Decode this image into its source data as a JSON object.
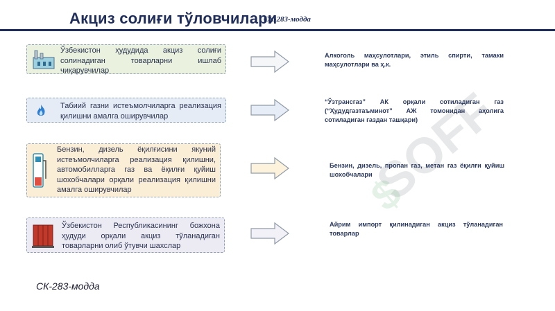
{
  "header": {
    "title": "Акциз солиғи тўловчилари",
    "subtitle": "СК-283-модда"
  },
  "colors": {
    "accent": "#1f2d5a",
    "box_green": "#eaf2df",
    "box_blue": "#e6ecf6",
    "box_orange": "#fbeed6",
    "box_purple": "#ecebf4"
  },
  "rows": [
    {
      "icon": "factory-icon",
      "text": "Ўзбекистон ҳудудида акциз солиғи солинадиган товарларни ишлаб чиқарувчилар",
      "result": "Алкоголь маҳсулотлари, этиль спирти, тамаки маҳсулотлари ва ҳ.к."
    },
    {
      "icon": "gas-flame-icon",
      "text": "Табиий газни истеъмолчиларга реализация қилишни амалга оширувчилар",
      "result": "“Ўзтрансгаз” АК орқали сотиладиган газ (“Ҳудудгазтаъминот” АЖ томонидан аҳолига сотиладиган газдан ташқари)"
    },
    {
      "icon": "fuel-pump-icon",
      "text": "Бензин, дизель ёқилғисини якуний истеъмолчиларга реализация қилишни, автомобилларга газ ва ёқилғи қуйиш шохобчалари орқали реализация қилишни амалга оширувчилар",
      "result": "Бензин, дизель, пропан газ, метан газ ёқилғи қуйиш шохобчалари"
    },
    {
      "icon": "customs-cargo-icon",
      "text": "Ўзбекистон Республикасининг божхона ҳудуди орқали акциз тўланадиган товарларни олиб ўтувчи шахслар",
      "result": "Айрим импорт қилинадиган акциз тўланадиган товарлар"
    }
  ],
  "footer": {
    "text": "СК-283-модда"
  }
}
